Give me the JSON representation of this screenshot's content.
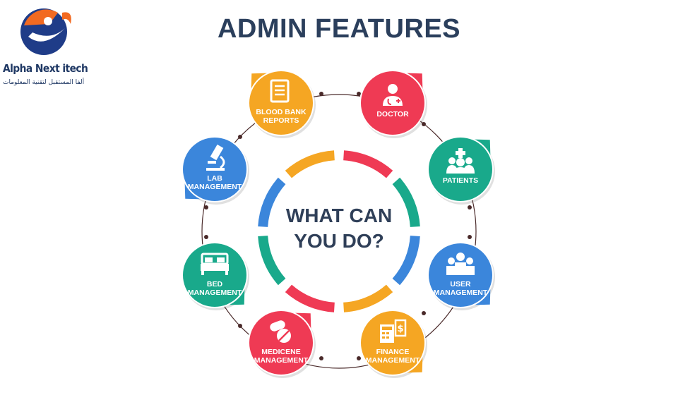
{
  "brand": {
    "name": "Alpha Next itech",
    "arabic": "ألفا المستقبل لتقنية المعلومات"
  },
  "title": "ADMIN FEATURES",
  "center": {
    "line1": "WHAT CAN",
    "line2": "YOU DO?"
  },
  "features": [
    {
      "id": "blood-bank-reports",
      "line1": "BLOOD BANK",
      "line2": "REPORTS",
      "color": "#f5a623",
      "icon": "document-icon"
    },
    {
      "id": "doctor",
      "line1": "DOCTOR",
      "line2": "",
      "color": "#ef3a54",
      "icon": "doctor-icon"
    },
    {
      "id": "patients",
      "line1": "PATIENTS",
      "line2": "",
      "color": "#19a98b",
      "icon": "patients-icon"
    },
    {
      "id": "user-management",
      "line1": "USER",
      "line2": "MANAGEMENT",
      "color": "#3b86db",
      "icon": "users-icon"
    },
    {
      "id": "finance-management",
      "line1": "FINANCE",
      "line2": "MANAGEMENT",
      "color": "#f5a623",
      "icon": "calculator-icon"
    },
    {
      "id": "medicene-management",
      "line1": "MEDICENE",
      "line2": "MANAGEMENT",
      "color": "#ef3a54",
      "icon": "pills-icon"
    },
    {
      "id": "bed-management",
      "line1": "BED",
      "line2": "MANAGEMENT",
      "color": "#19a98b",
      "icon": "bed-icon"
    },
    {
      "id": "lab-management",
      "line1": "LAB",
      "line2": "MANAGEMENT",
      "color": "#3b86db",
      "icon": "microscope-icon"
    }
  ],
  "ring_colors": [
    "#3b86db",
    "#f5a623",
    "#ef3a54",
    "#19a98b",
    "#3b86db",
    "#f5a623",
    "#ef3a54",
    "#19a98b"
  ]
}
